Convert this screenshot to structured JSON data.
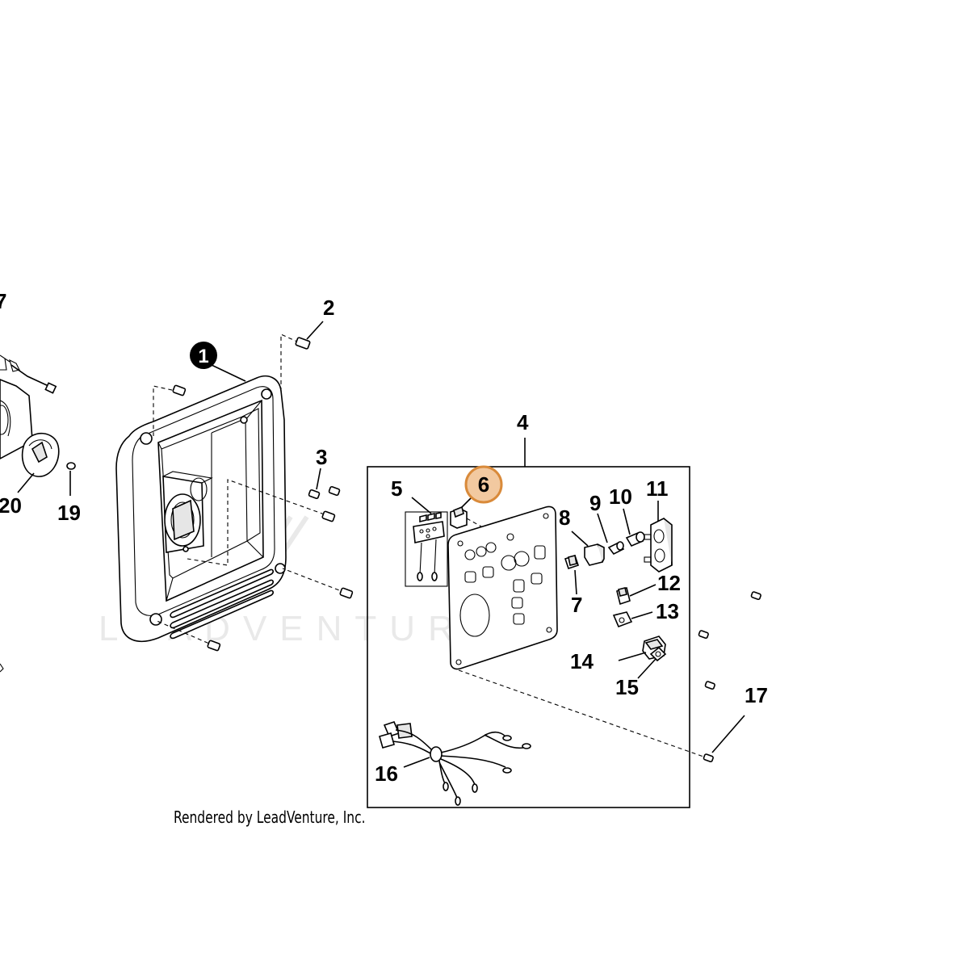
{
  "callouts": {
    "c1": "1",
    "c2": "2",
    "c3": "3",
    "c4": "4",
    "c5": "5",
    "c6": "6",
    "c7": "7",
    "c7b": "7",
    "c8": "8",
    "c9": "9",
    "c10": "10",
    "c11": "11",
    "c12": "12",
    "c13": "13",
    "c14": "14",
    "c15": "15",
    "c16": "16",
    "c17": "17",
    "c19": "19",
    "c20": "20"
  },
  "highlighted_part": "6",
  "credit": "Rendered by LeadVenture, Inc.",
  "watermark": "LEADVENTURE",
  "colors": {
    "highlight_fill": "#f2c9a0",
    "highlight_stroke": "#d98a3a",
    "emphasis_fill": "#000000",
    "watermark": "#e9e9e9"
  }
}
